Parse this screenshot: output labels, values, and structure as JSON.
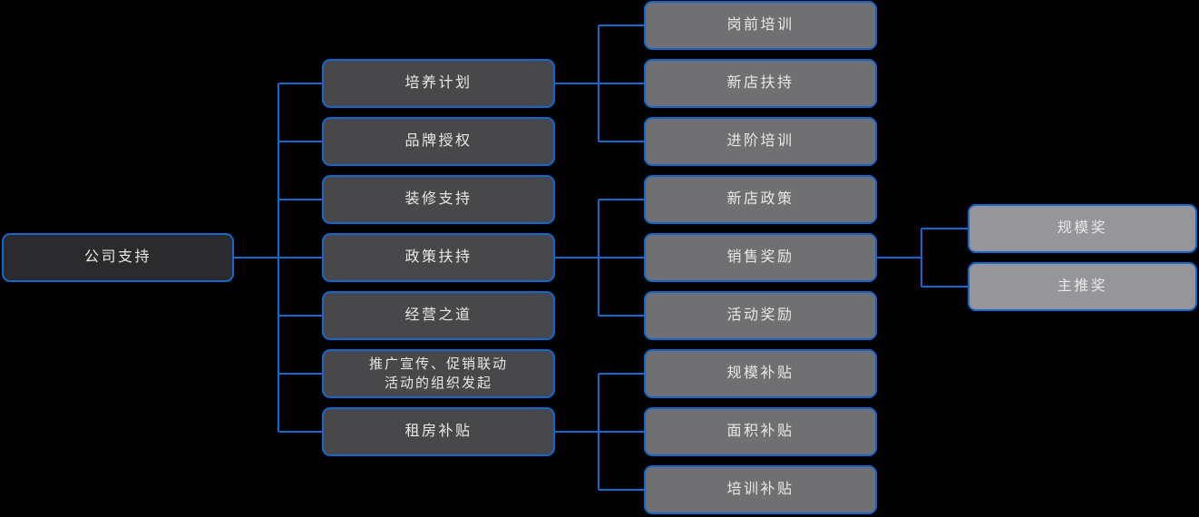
{
  "diagram": {
    "type": "mindmap-tree",
    "background_color": "#000000",
    "accent_color": "#1268CE",
    "text_color": "#E8E8E8",
    "level_fills": {
      "root": "#2B2B2D",
      "level2": "#48484B",
      "level3": "#707073",
      "level4": "#96969A"
    },
    "tree": {
      "label": "公司支持",
      "children": [
        {
          "label": "培养计划",
          "children": [
            {
              "label": "岗前培训"
            },
            {
              "label": "新店扶持"
            },
            {
              "label": "进阶培训"
            }
          ]
        },
        {
          "label": "品牌授权"
        },
        {
          "label": "装修支持"
        },
        {
          "label": "政策扶持",
          "children": [
            {
              "label": "新店政策"
            },
            {
              "label": "销售奖励",
              "children": [
                {
                  "label": "规模奖"
                },
                {
                  "label": "主推奖"
                }
              ]
            },
            {
              "label": "活动奖励"
            }
          ]
        },
        {
          "label": "经营之道"
        },
        {
          "label": "推广宣传、促销联动\n活动的组织发起"
        },
        {
          "label": "租房补贴",
          "children": [
            {
              "label": "规模补贴"
            },
            {
              "label": "面积补贴"
            },
            {
              "label": "培训补贴"
            }
          ]
        }
      ]
    }
  }
}
